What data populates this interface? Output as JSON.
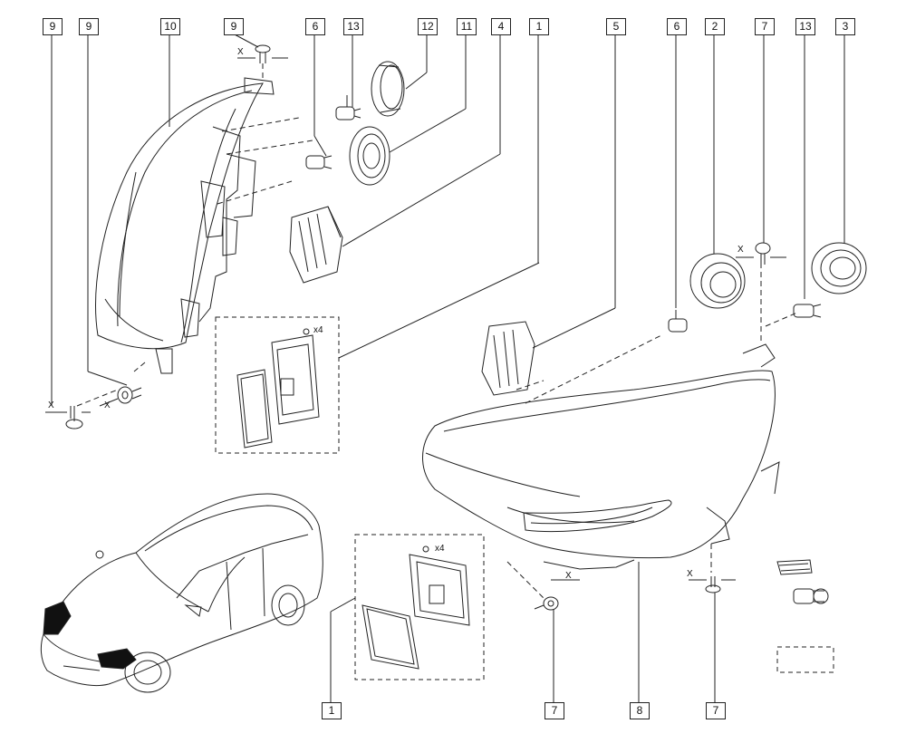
{
  "callouts": {
    "c9a": "9",
    "c9b": "9",
    "c10": "10",
    "c9c": "9",
    "c6a": "6",
    "c13a": "13",
    "c12": "12",
    "c11": "11",
    "c4": "4",
    "c1a": "1",
    "c5": "5",
    "c6b": "6",
    "c2": "2",
    "c7a": "7",
    "c13b": "13",
    "c3": "3",
    "c1b": "1",
    "c7b": "7",
    "c8": "8",
    "c7c": "7"
  },
  "annotations": {
    "x": "X",
    "x4": "x4"
  }
}
